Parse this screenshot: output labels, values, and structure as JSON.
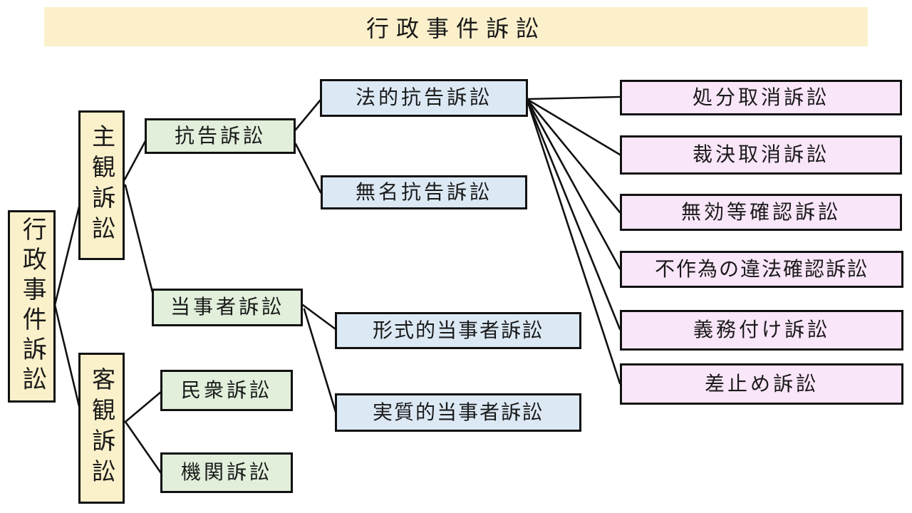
{
  "title": "行政事件訴訟",
  "nodes": {
    "root": "行政事件訴訟",
    "subjective": "主観訴訟",
    "objective": "客観訴訟",
    "kokoku": "抗告訴訟",
    "party": "当事者訴訟",
    "popular": "民衆訴訟",
    "agency": "機関訴訟",
    "statutory_kokoku": "法的抗告訴訟",
    "unnamed_kokoku": "無名抗告訴訟",
    "formal_party": "形式的当事者訴訟",
    "substantive_party": "実質的当事者訴訟",
    "revocation_disposition": "処分取消訴訟",
    "revocation_ruling": "裁決取消訴訟",
    "nullity_confirmation": "無効等確認訴訟",
    "inaction_illegality": "不作為の違法確認訴訟",
    "mandamus": "義務付け訴訟",
    "injunction": "差止め訴訟"
  },
  "colors": {
    "banner": "#FBF0CB",
    "yellow": "#FAF0CA",
    "green": "#E1EFDB",
    "blue": "#DCE9F5",
    "pink": "#FAE6F9",
    "line": "#111111"
  }
}
